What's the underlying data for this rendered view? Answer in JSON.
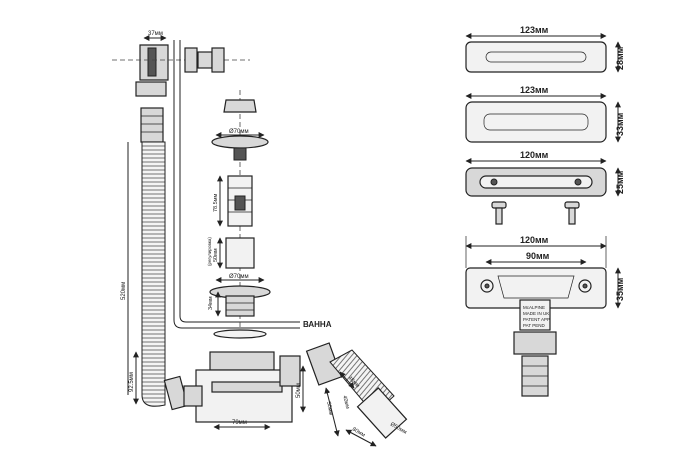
{
  "left_labels": {
    "d37": "37мм",
    "d70_top": "Ø70мм",
    "d78": "78.5мм",
    "d50_v": "50мм",
    "d50_sub": "(регулировка)",
    "d70_bottom": "Ø70мм",
    "d34": "34мм",
    "d520": "520мм",
    "vanna": "ВАННА",
    "d92": "92.5мм",
    "d50_right": "50мм",
    "d79": "79мм",
    "d48": "48мм",
    "d40": "40мм",
    "d50_lower": "50мм",
    "d80": "80мм",
    "d50_angle": "Ø50мм"
  },
  "overflow_plates": [
    {
      "width_label": "123мм",
      "height_label": "28мм"
    },
    {
      "width_label": "123мм",
      "height_label": "33мм"
    },
    {
      "width_label": "120мм",
      "height_label": "25мм"
    }
  ],
  "bottom_plate": {
    "width_label": "120мм",
    "inner_label": "90мм",
    "height_label": "35мм",
    "stamp": [
      "McALPINE",
      "MADE IN UK",
      "PATENT APP.",
      "PAT PEND"
    ]
  }
}
